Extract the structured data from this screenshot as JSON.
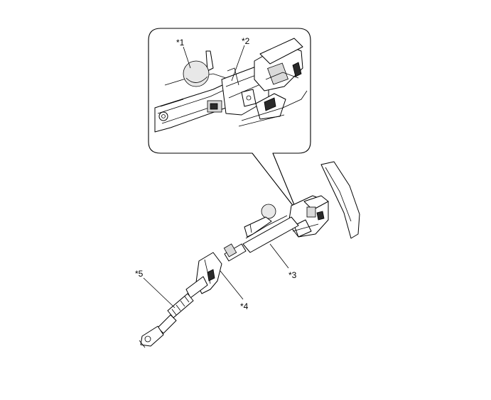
{
  "callouts": {
    "c1": "*1",
    "c2": "*2",
    "c3": "*3",
    "c4": "*4",
    "c5": "*5"
  }
}
